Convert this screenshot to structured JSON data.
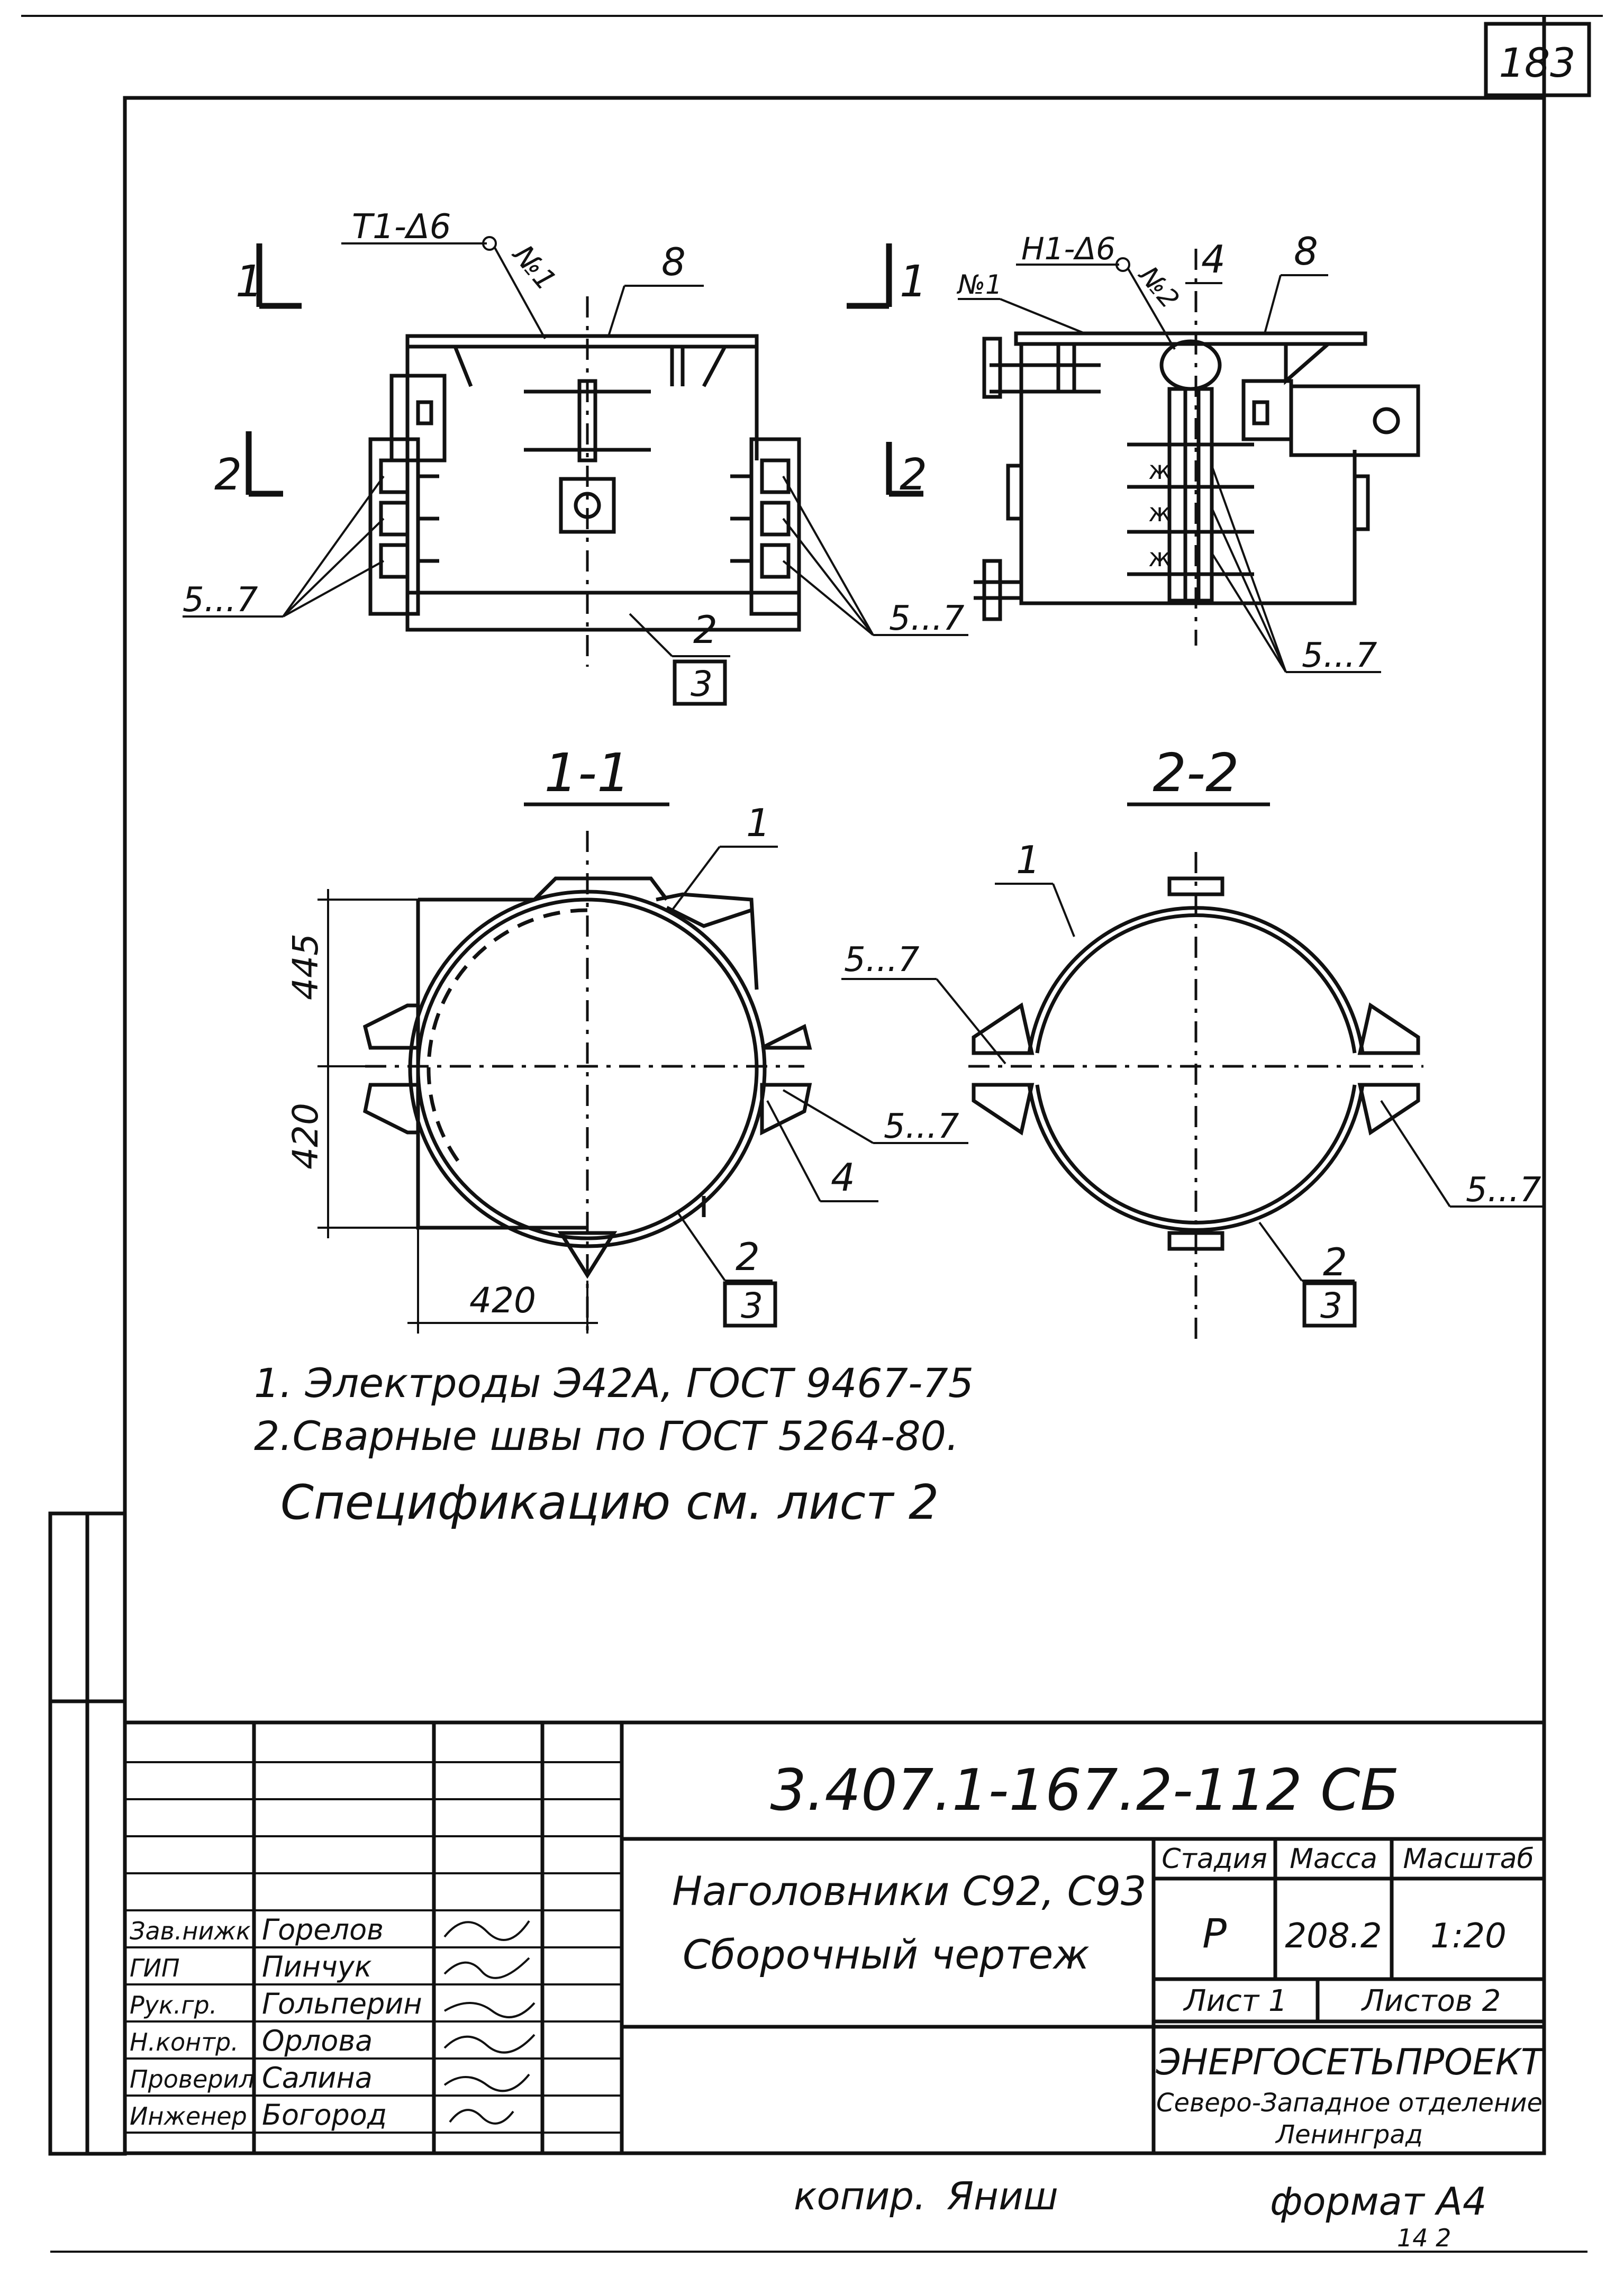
{
  "sheet": {
    "page_number": "183",
    "code": "3.407.1-167.2-112 СБ",
    "title_line1": "Наголовники С92, С93",
    "title_line2": "Сборочный чертеж",
    "stage_header": "Стадия",
    "mass_header": "Масса",
    "scale_header": "Масштаб",
    "stage": "Р",
    "mass": "208.2",
    "scale": "1:20",
    "sheet_label": "Лист 1",
    "sheets_label": "Листов 2",
    "org_name": "ЭНЕРГОСЕТЬПРОЕКТ",
    "org_dept_line1": "Северо-Западное отделение",
    "org_dept_line2": "Ленинград",
    "copied_label": "копир.",
    "copied_name": "Яниш",
    "format_label": "формат А4",
    "corner_note": "14 2"
  },
  "signers": [
    {
      "role": "Зав.нижк.",
      "name": "Горелов"
    },
    {
      "role": "ГИП",
      "name": "Пинчук"
    },
    {
      "role": "Рук.гр.",
      "name": "Гольперин"
    },
    {
      "role": "Н.контр.",
      "name": "Орлова"
    },
    {
      "role": "Проверил",
      "name": "Салина"
    },
    {
      "role": "Инженер",
      "name": "Богород"
    }
  ],
  "notes": [
    "1. Электроды Э42А, ГОСТ 9467-75",
    "2.Сварные швы по ГОСТ 5264-80.",
    "Спецификацию см. лист 2"
  ],
  "views": {
    "top_left": {
      "weld": "Т1-Δ6",
      "weld_no": "№1",
      "item_top": "8",
      "item_bottom_num": "2",
      "item_bottom_den": "3",
      "items_left": "5...7",
      "items_right": "5...7",
      "section_1_left": "1",
      "section_2_left": "2",
      "section_1_right": "1",
      "section_2_right": "2"
    },
    "top_right": {
      "weld": "Н1-Δ6",
      "weld_no_1": "№1",
      "weld_no_2": "№2",
      "item_4": "4",
      "item_8": "8",
      "items_bottom": "5...7"
    },
    "section_1_1": {
      "title": "1-1",
      "item_1": "1",
      "dim_445": "445",
      "dim_420_v": "420",
      "dim_420_h": "420",
      "item_57": "5...7",
      "item_4": "4",
      "item_2": "2",
      "item_3": "3"
    },
    "section_2_2": {
      "title": "2-2",
      "item_1": "1",
      "item_57_left": "5...7",
      "item_57_right": "5...7",
      "item_2": "2",
      "item_3": "3"
    }
  }
}
